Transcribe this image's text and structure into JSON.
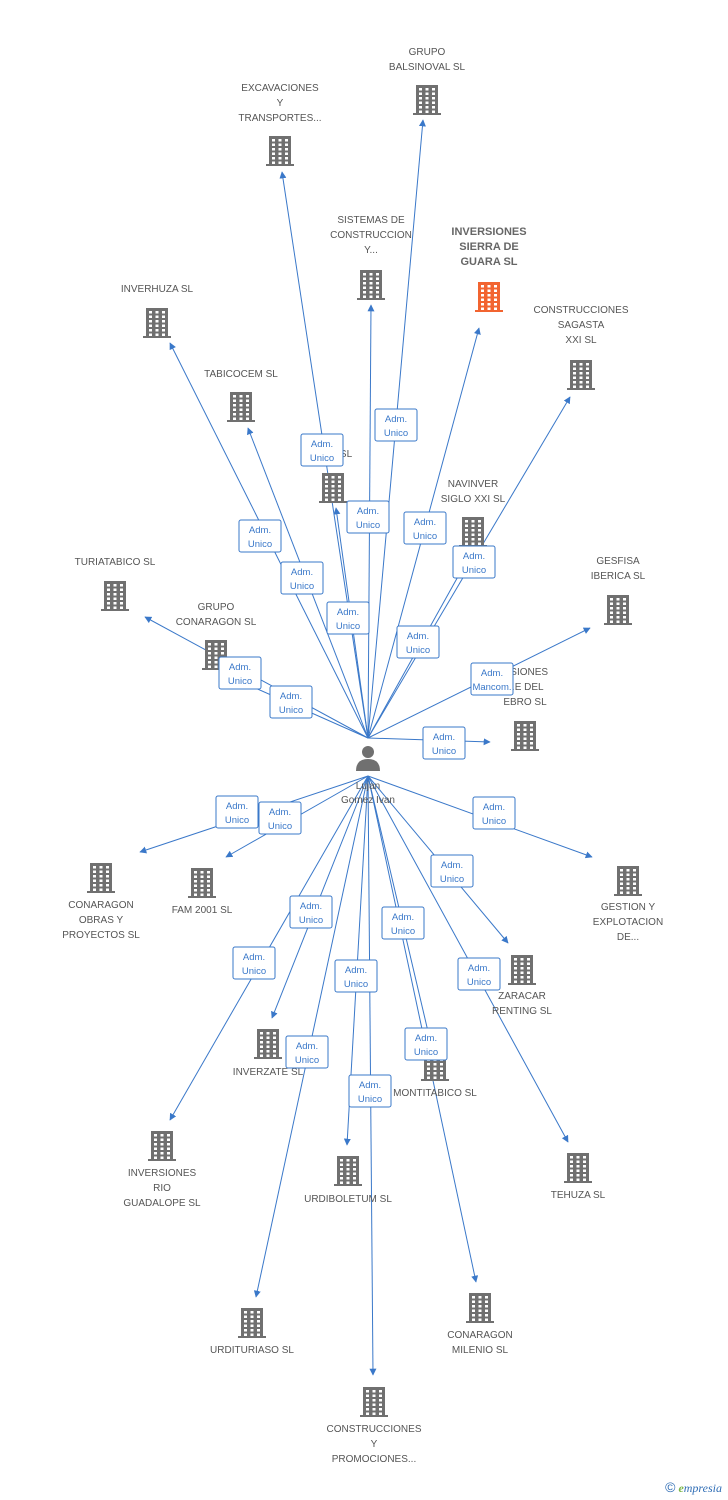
{
  "center": {
    "label_lines": [
      "Lujan",
      "Gomez Ivan"
    ],
    "icon": "person-icon"
  },
  "colors": {
    "edge": "#3a78c9",
    "building": "#707070",
    "focus_building": "#f26430",
    "label": "#555555"
  },
  "nodes": [
    {
      "id": "grupo-balsinoval",
      "lines": [
        "GRUPO",
        "BALSINOVAL SL"
      ]
    },
    {
      "id": "excavaciones",
      "lines": [
        "EXCAVACIONES",
        "Y",
        "TRANSPORTES..."
      ]
    },
    {
      "id": "sistemas-construccion",
      "lines": [
        "SISTEMAS DE",
        "CONSTRUCCION",
        "Y..."
      ]
    },
    {
      "id": "inversiones-sierra-guara",
      "lines": [
        "INVERSIONES",
        "SIERRA DE",
        "GUARA SL"
      ],
      "focus": true
    },
    {
      "id": "inverhuza",
      "lines": [
        "INVERHUZA SL"
      ]
    },
    {
      "id": "construcciones-sagasta",
      "lines": [
        "CONSTRUCCIONES",
        "SAGASTA",
        "XXI SL"
      ]
    },
    {
      "id": "tabicocem",
      "lines": [
        "TABICOCEM SL"
      ]
    },
    {
      "id": "u-sl",
      "lines": [
        "U...O SL"
      ]
    },
    {
      "id": "navinver",
      "lines": [
        "NAVINVER",
        "SIGLO XXI SL"
      ]
    },
    {
      "id": "turiatabico",
      "lines": [
        "TURIATABICO SL"
      ]
    },
    {
      "id": "gesfisa",
      "lines": [
        "GESFISA",
        "IBERICA SL"
      ]
    },
    {
      "id": "grupo-conaragon",
      "lines": [
        "GRUPO",
        "CONARAGON SL"
      ]
    },
    {
      "id": "inversiones-ebro",
      "lines": [
        "...SIONES",
        "...E DEL",
        "EBRO SL"
      ]
    },
    {
      "id": "conaragon-obras",
      "lines": [
        "CONARAGON",
        "OBRAS Y",
        "PROYECTOS SL"
      ]
    },
    {
      "id": "fam-2001",
      "lines": [
        "FAM 2001 SL"
      ]
    },
    {
      "id": "gestion-explotacion",
      "lines": [
        "GESTION Y",
        "EXPLOTACION",
        "DE..."
      ]
    },
    {
      "id": "zaracar",
      "lines": [
        "ZARACAR",
        "RENTING SL"
      ]
    },
    {
      "id": "inverzate",
      "lines": [
        "INVERZATE SL"
      ]
    },
    {
      "id": "montitabico",
      "lines": [
        "MONTITABICO SL"
      ]
    },
    {
      "id": "inversiones-rio",
      "lines": [
        "INVERSIONES",
        "RIO",
        "GUADALOPE SL"
      ]
    },
    {
      "id": "urdiboletum",
      "lines": [
        "URDIBOLETUM SL"
      ]
    },
    {
      "id": "tehuza",
      "lines": [
        "TEHUZA SL"
      ]
    },
    {
      "id": "urdituriaso",
      "lines": [
        "URDITURIASO SL"
      ]
    },
    {
      "id": "conaragon-milenio",
      "lines": [
        "CONARAGON",
        "MILENIO SL"
      ]
    },
    {
      "id": "construcciones-promociones",
      "lines": [
        "CONSTRUCCIONES",
        "Y",
        "PROMOCIONES..."
      ]
    }
  ],
  "edges": [
    {
      "to": "grupo-balsinoval",
      "label_lines": [
        "Adm.",
        "Unico"
      ]
    },
    {
      "to": "excavaciones",
      "label_lines": [
        "Adm.",
        "Unico"
      ]
    },
    {
      "to": "sistemas-construccion",
      "label_lines": [
        "Adm.",
        "Unico"
      ]
    },
    {
      "to": "inversiones-sierra-guara",
      "label_lines": [
        "Adm.",
        "Unico"
      ]
    },
    {
      "to": "inverhuza",
      "label_lines": [
        "Adm.",
        "Unico"
      ]
    },
    {
      "to": "construcciones-sagasta",
      "label_lines": [
        "Adm.",
        "Unico"
      ]
    },
    {
      "to": "tabicocem",
      "label_lines": [
        "Adm.",
        "Unico"
      ]
    },
    {
      "to": "u-sl",
      "label_lines": [
        "Adm.",
        "Unico"
      ]
    },
    {
      "to": "navinver",
      "label_lines": [
        "Adm.",
        "Unico"
      ]
    },
    {
      "to": "turiatabico",
      "label_lines": [
        "Adm.",
        "Unico"
      ]
    },
    {
      "to": "gesfisa",
      "label_lines": [
        "Adm.",
        "Mancom."
      ]
    },
    {
      "to": "grupo-conaragon",
      "label_lines": [
        "Adm.",
        "Unico"
      ]
    },
    {
      "to": "inversiones-ebro",
      "label_lines": [
        "Adm.",
        "Unico"
      ]
    },
    {
      "to": "conaragon-obras",
      "label_lines": [
        "Adm.",
        "Unico"
      ]
    },
    {
      "to": "fam-2001",
      "label_lines": [
        "Adm.",
        "Unico"
      ]
    },
    {
      "to": "gestion-explotacion",
      "label_lines": [
        "Adm.",
        "Unico"
      ]
    },
    {
      "to": "zaracar",
      "label_lines": [
        "Adm.",
        "Unico"
      ]
    },
    {
      "to": "inverzate",
      "label_lines": [
        "Adm.",
        "Unico"
      ]
    },
    {
      "to": "montitabico",
      "label_lines": [
        "Adm.",
        "Unico"
      ]
    },
    {
      "to": "inversiones-rio",
      "label_lines": [
        "Adm.",
        "Unico"
      ]
    },
    {
      "to": "urdiboletum",
      "label_lines": [
        "Adm.",
        "Unico"
      ]
    },
    {
      "to": "tehuza",
      "label_lines": [
        "Adm.",
        "Unico"
      ]
    },
    {
      "to": "urdituriaso",
      "label_lines": [
        "Adm.",
        "Unico"
      ]
    },
    {
      "to": "conaragon-milenio",
      "label_lines": [
        "Adm.",
        "Unico"
      ]
    },
    {
      "to": "construcciones-promociones",
      "label_lines": [
        "Adm.",
        "Unico"
      ]
    }
  ],
  "footer": {
    "copyright_symbol": "©",
    "brand_initial": "e",
    "brand_rest": "mpresia"
  }
}
